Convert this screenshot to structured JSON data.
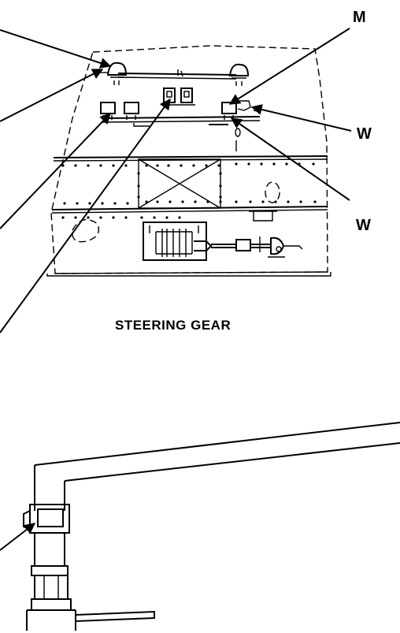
{
  "figure": {
    "callouts": {
      "m": "M",
      "w_upper": "W",
      "w_lower": "W"
    },
    "caption": "STEERING GEAR"
  }
}
